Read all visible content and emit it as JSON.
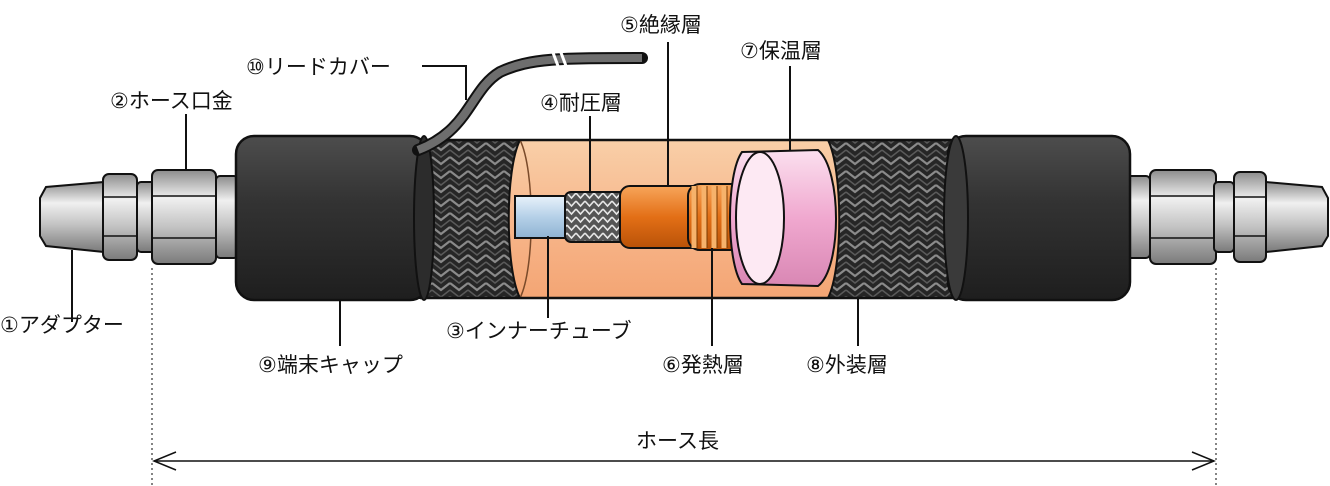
{
  "labels": {
    "adapter": "①アダプター",
    "hose_fitting": "②ホース口金",
    "inner_tube": "③インナーチューブ",
    "pressure_layer": "④耐圧層",
    "insulation_layer": "⑤絶縁層",
    "heating_layer": "⑥発熱層",
    "thermal_layer": "⑦保温層",
    "outer_layer": "⑧外装層",
    "end_cap": "⑨端末キャップ",
    "lead_cover": "⑩リードカバー"
  },
  "dimension": {
    "hose_length": "ホース長"
  },
  "colors": {
    "cap": "#3a3a3a",
    "braid": "#2b2b2b",
    "cutaway": "#f6b483",
    "inner_tube": "#c9dff0",
    "insulation": "#e8751c",
    "heating_coil": "#f08c3a",
    "thermal": "#f3b6d8",
    "metal": "#c8c8c8"
  }
}
